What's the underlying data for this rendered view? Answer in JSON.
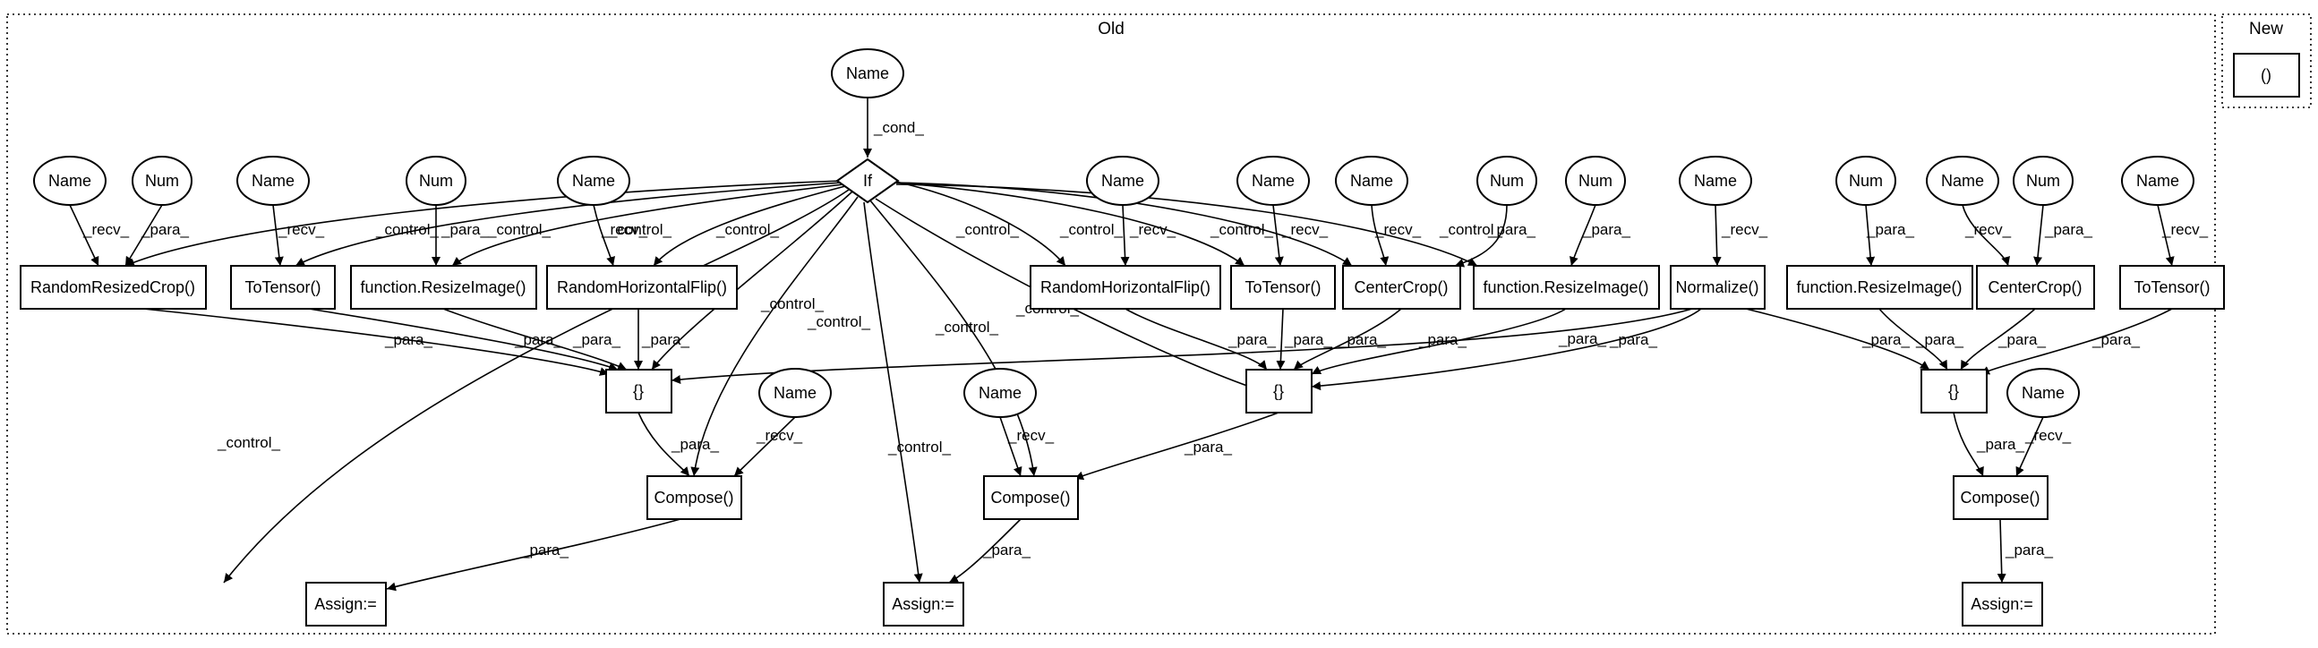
{
  "clusters": {
    "old": {
      "label": "Old"
    },
    "new": {
      "label": "New"
    }
  },
  "nodes": {
    "name_cond": "Name",
    "if_node": "If",
    "name_a": "Name",
    "num_a": "Num",
    "rrc": "RandomResizedCrop()",
    "name_b": "Name",
    "totensor1": "ToTensor()",
    "num_b": "Num",
    "resize1": "function.ResizeImage()",
    "name_c": "Name",
    "rhf1": "RandomHorizontalFlip()",
    "name_d": "Name",
    "rhf2": "RandomHorizontalFlip()",
    "name_e": "Name",
    "totensor2": "ToTensor()",
    "name_f": "Name",
    "num_c": "Num",
    "centercrop1": "CenterCrop()",
    "num_d": "Num",
    "resize2": "function.ResizeImage()",
    "name_g": "Name",
    "normalize": "Normalize()",
    "num_e": "Num",
    "resize3": "function.ResizeImage()",
    "name_h": "Name",
    "num_f": "Num",
    "centercrop2": "CenterCrop()",
    "name_i": "Name",
    "totensor3": "ToTensor()",
    "set1": "{}",
    "set2": "{}",
    "set3": "{}",
    "name_j": "Name",
    "compose1": "Compose()",
    "name_k": "Name",
    "compose2": "Compose()",
    "name_l": "Name",
    "compose3": "Compose()",
    "assign1": "Assign:=",
    "assign2": "Assign:=",
    "assign3": "Assign:=",
    "new_paren": "()"
  },
  "edge_labels": {
    "cond": "_cond_",
    "control": "_control_",
    "recv": "_recv_",
    "para": "_para_"
  }
}
